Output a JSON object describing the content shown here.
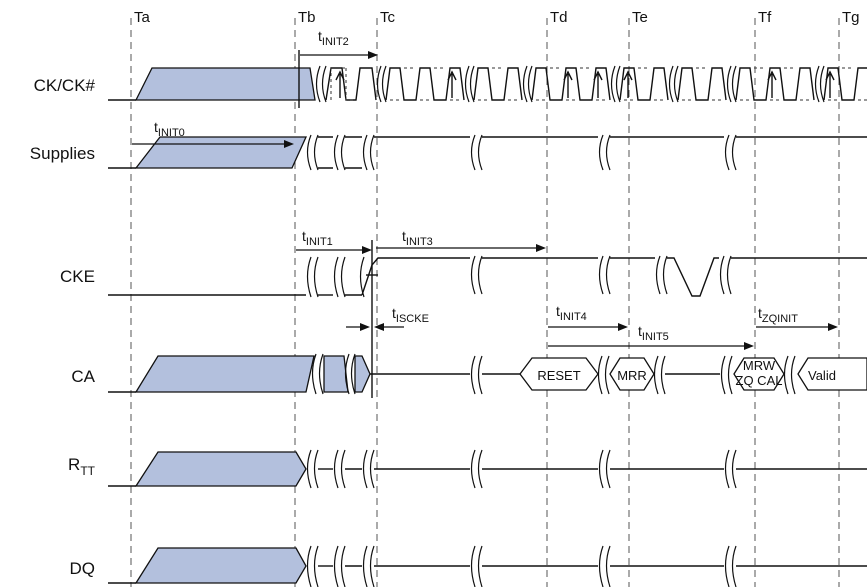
{
  "time_markers": [
    "Ta",
    "Tb",
    "Tc",
    "Td",
    "Te",
    "Tf",
    "Tg"
  ],
  "signals": {
    "ck": "CK/CK#",
    "supplies": "Supplies",
    "cke": "CKE",
    "ca": "CA",
    "rtt": {
      "main": "R",
      "sub": "TT"
    },
    "dq": "DQ"
  },
  "timing_params": {
    "init0": {
      "main": "t",
      "sub": "INIT0"
    },
    "init1": {
      "main": "t",
      "sub": "INIT1"
    },
    "init2": {
      "main": "t",
      "sub": "INIT2"
    },
    "init3": {
      "main": "t",
      "sub": "INIT3"
    },
    "init4": {
      "main": "t",
      "sub": "INIT4"
    },
    "init5": {
      "main": "t",
      "sub": "INIT5"
    },
    "iscke": {
      "main": "t",
      "sub": "ISCKE"
    },
    "zqinit": {
      "main": "t",
      "sub": "ZQINIT"
    }
  },
  "commands": {
    "reset": "RESET",
    "mrr": "MRR",
    "mrw_line1": "MRW",
    "mrw_line2": "ZQ CAL",
    "valid": "Valid"
  },
  "colors": {
    "undefined_fill": "#b3c0dd",
    "line": "#111111"
  }
}
